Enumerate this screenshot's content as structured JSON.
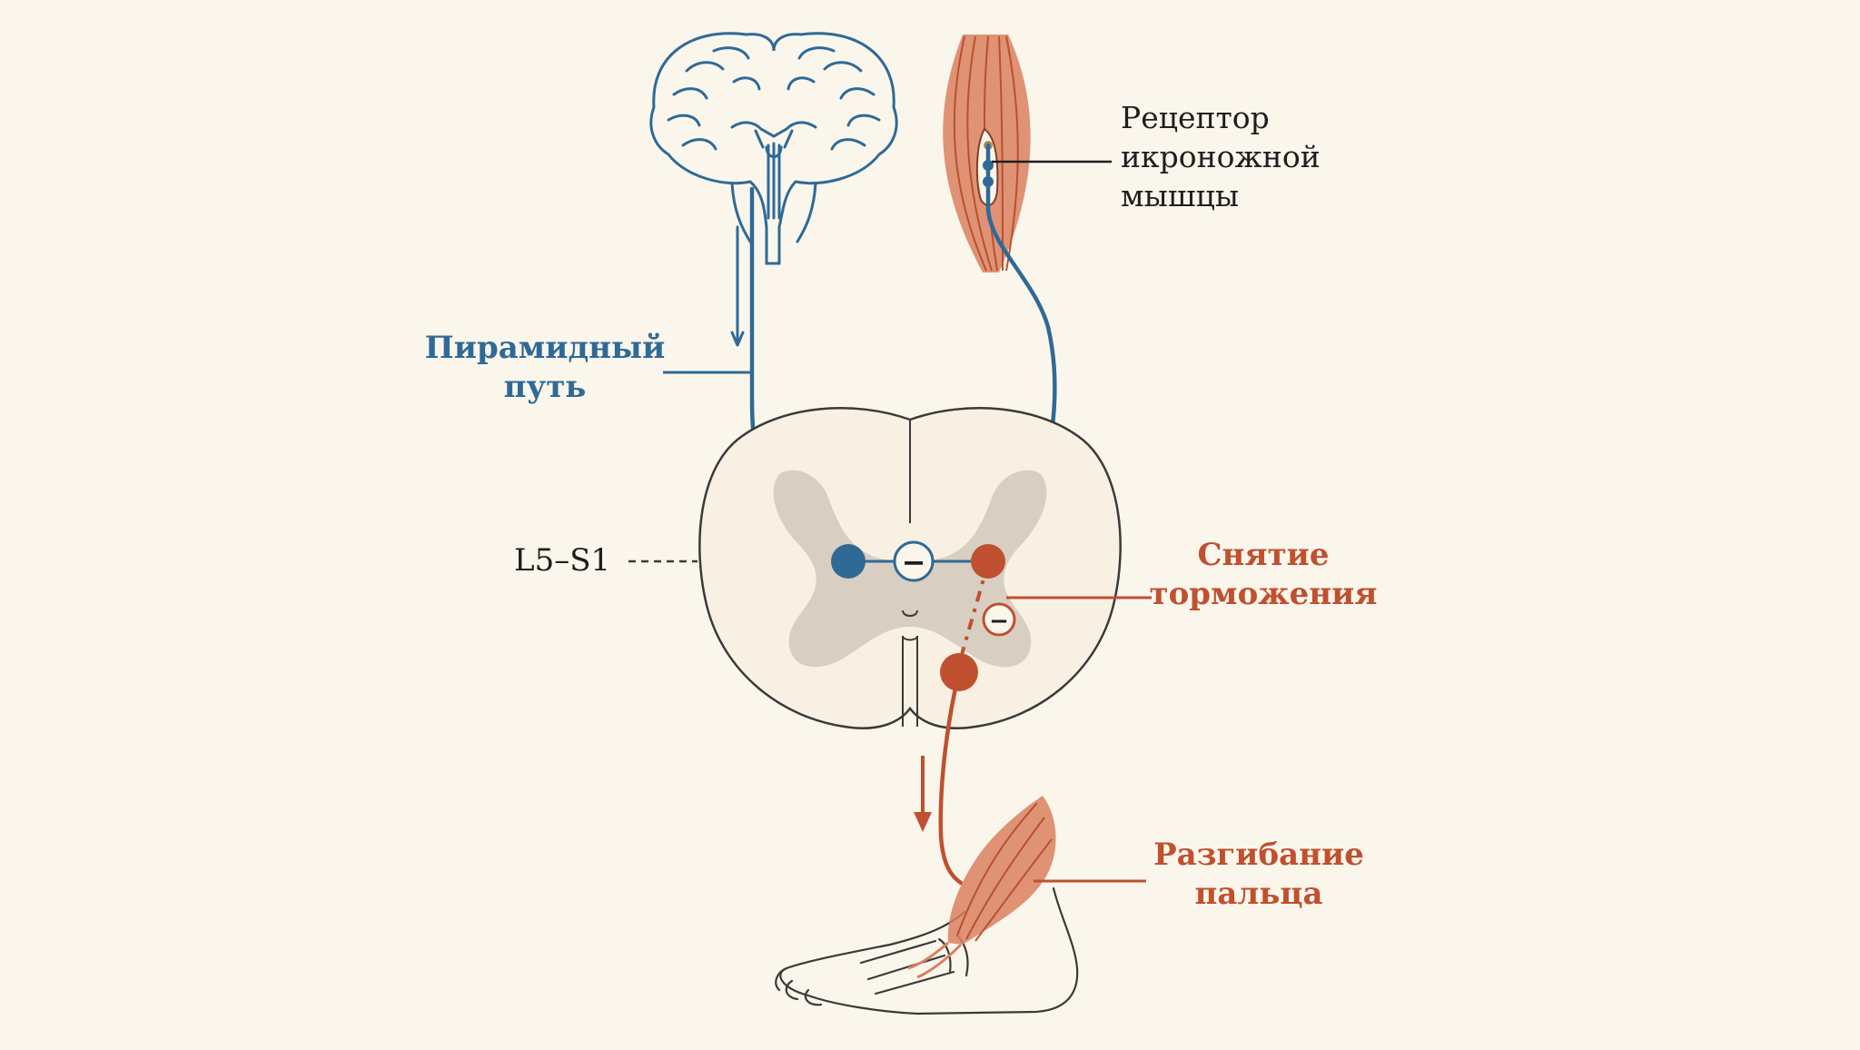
{
  "colors": {
    "background": "#fbf6ec",
    "pyramidal": "#2f6a97",
    "motor": "#c0502f",
    "muscle": "#d9805f",
    "gray_matter": "#d8cfc2",
    "outline": "#3a3a3a"
  },
  "labels": {
    "pyramidal_tract": [
      "Пирамидный",
      "путь"
    ],
    "receptor": [
      "Рецептор",
      "икроножной",
      "мышцы"
    ],
    "level": "L5–S1",
    "disinhibition": [
      "Снятие",
      "торможения"
    ],
    "extension": [
      "Разгибание",
      "пальца"
    ]
  },
  "symbols": {
    "inhibitory_sign": "−"
  }
}
